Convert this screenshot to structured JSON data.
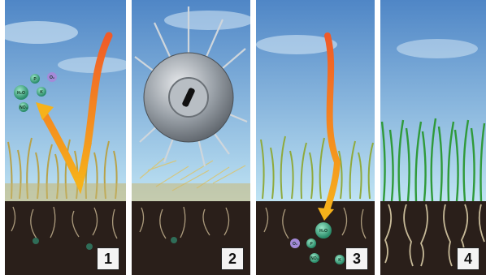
{
  "panels": [
    {
      "number": "1",
      "nutrients": [
        "H₂O",
        "P",
        "K",
        "NO₃",
        "O₂"
      ]
    },
    {
      "number": "2"
    },
    {
      "number": "3",
      "nutrients": [
        "H₂O",
        "P",
        "K",
        "NO₃",
        "O₂"
      ]
    },
    {
      "number": "4"
    }
  ],
  "colors": {
    "sky_top": "#4f86c6",
    "sky_bottom": "#bfe3f3",
    "soil": "#2a1f1a",
    "dry_grass": "#b7a24a",
    "healthy_grass": "#2f9a3a",
    "arrow_start": "#f05a28",
    "arrow_end": "#f6b21a",
    "nutrient_orb": "#2a8c6a",
    "divider": "#ffffff"
  },
  "icons": [
    "aerator-disc-icon",
    "flow-arrow-icon",
    "nutrient-orb-icon"
  ]
}
